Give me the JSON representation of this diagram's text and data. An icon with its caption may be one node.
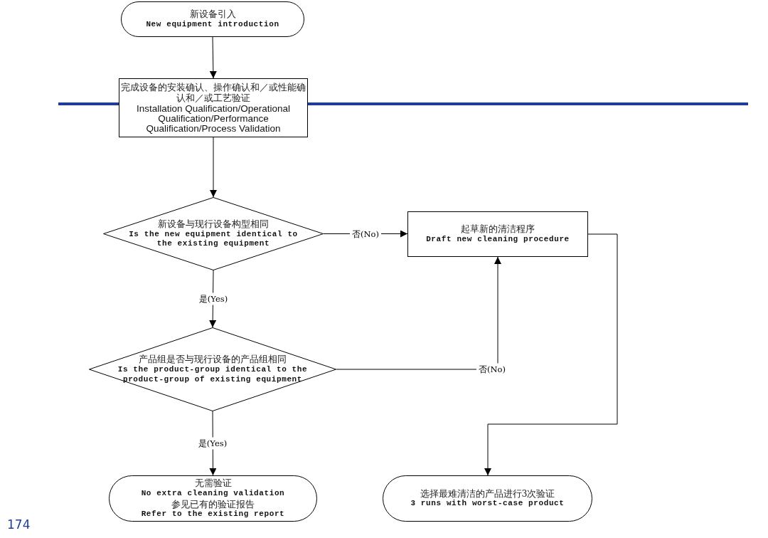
{
  "diagram": {
    "nodes": [
      {
        "text": [
          "新设备引入",
          "New equipment introduction"
        ]
      },
      {
        "text": [
          "完成设备的安装确认、操作确认和／或性能确认和／或工艺验证",
          "Installation Qualification/Operational Qualification/Performance Qualification/Process Validation"
        ]
      },
      {
        "text": [
          "新设备与现行设备构型相同",
          "Is the new equipment identical to the existing equipment"
        ]
      },
      {
        "text": [
          "起草新的清洁程序",
          "Draft new cleaning procedure"
        ]
      },
      {
        "text": [
          "产品组是否与现行设备的产品组相同",
          "Is the product-group identical to the product-group of existing equipment"
        ]
      },
      {
        "text": [
          "无需验证",
          "No extra cleaning validation",
          "参见已有的验证报告",
          "Refer to the existing report"
        ]
      },
      {
        "text": [
          "选择最难清洁的产品进行3次验证",
          "3 runs with worst-case product"
        ]
      }
    ],
    "edges": [
      {
        "from": 0,
        "to": 1,
        "arrow": "to"
      },
      {
        "from": 1,
        "to": 2,
        "arrow": "to"
      },
      {
        "from": 2,
        "to": 3,
        "arrow": "to",
        "label": "否(No)"
      },
      {
        "from": 2,
        "to": 4,
        "arrow": "to",
        "label": "是(Yes)"
      },
      {
        "from": 4,
        "to": 3,
        "arrow": "to",
        "label": "否(No)"
      },
      {
        "from": 4,
        "to": 5,
        "arrow": "to",
        "label": "是(Yes)"
      },
      {
        "from": 3,
        "to": 6,
        "arrow": "to"
      }
    ],
    "labels": [
      "174"
    ]
  }
}
